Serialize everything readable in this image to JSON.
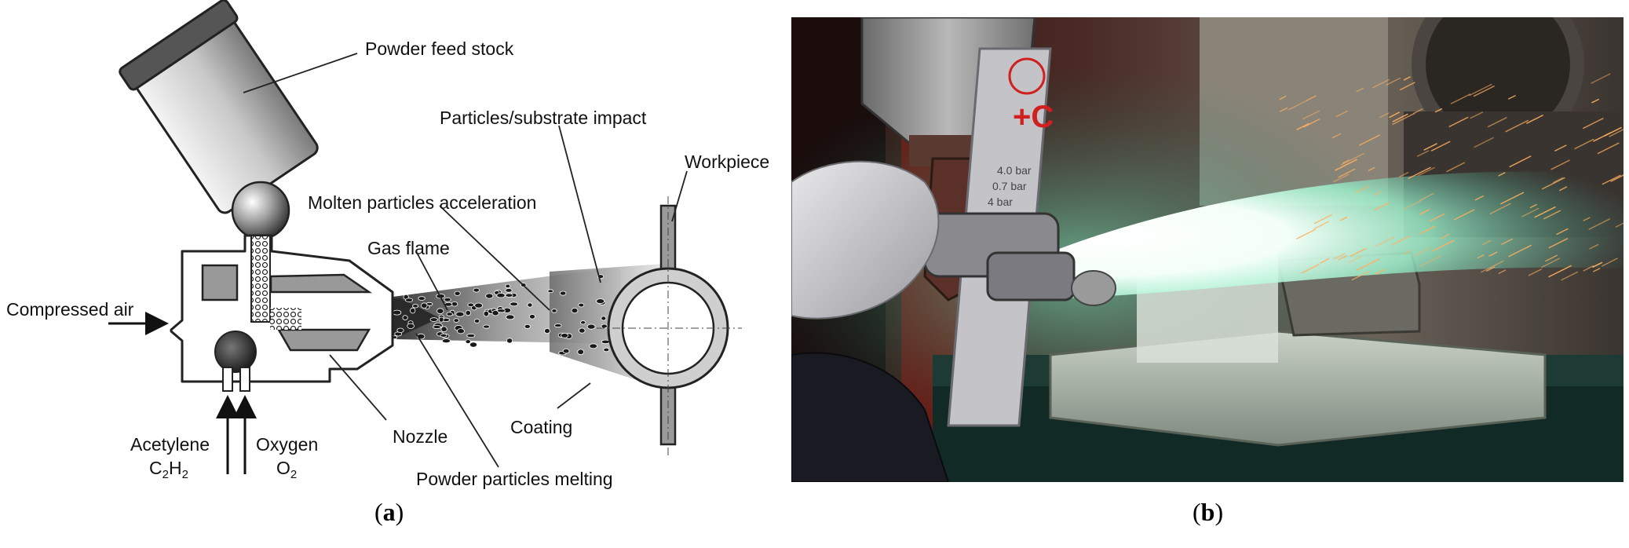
{
  "diagram": {
    "labels": {
      "powder_feed_stock": "Powder feed stock",
      "particles_substrate_impact": "Particles/substrate impact",
      "workpiece": "Workpiece",
      "molten_particles_acceleration": "Molten particles acceleration",
      "gas_flame": "Gas flame",
      "compressed_air": "Compressed air",
      "acetylene": "Acetylene",
      "acetylene_formula_main": "C",
      "acetylene_formula_sub1": "2",
      "acetylene_formula_mid": "H",
      "acetylene_formula_sub2": "2",
      "oxygen": "Oxygen",
      "oxygen_formula_main": "O",
      "oxygen_formula_sub": "2",
      "nozzle": "Nozzle",
      "coating": "Coating",
      "powder_particles_melting": "Powder particles melting"
    }
  },
  "photo": {
    "label_text": "+C",
    "gauge_line_1": "4.0 bar",
    "gauge_line_2": "0.7 bar",
    "gauge_line_3": "4 bar"
  },
  "captions": {
    "a_open": "(",
    "a_letter": "a",
    "a_close": ")",
    "b_open": "(",
    "b_letter": "b",
    "b_close": ")"
  },
  "colors": {
    "diagram_stroke": "#222222",
    "flame_core": "#ffffff",
    "flame_glow": "#7fffd0",
    "spark": "#ffb060"
  }
}
